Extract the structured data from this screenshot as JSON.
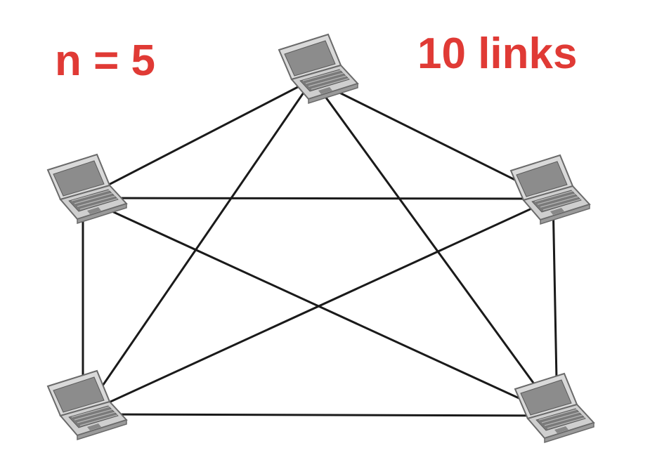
{
  "labels": {
    "node_count": "n = 5",
    "link_count": "10 links"
  },
  "colors": {
    "accent": "#e03a35",
    "link": "#1a1a1a"
  },
  "nodes": [
    {
      "id": "top",
      "icon": "laptop-icon"
    },
    {
      "id": "left",
      "icon": "laptop-icon"
    },
    {
      "id": "right",
      "icon": "laptop-icon"
    },
    {
      "id": "bottom-left",
      "icon": "laptop-icon"
    },
    {
      "id": "bottom-right",
      "icon": "laptop-icon"
    }
  ],
  "links": [
    [
      "top",
      "left"
    ],
    [
      "top",
      "right"
    ],
    [
      "top",
      "bottom-left"
    ],
    [
      "top",
      "bottom-right"
    ],
    [
      "left",
      "right"
    ],
    [
      "left",
      "bottom-left"
    ],
    [
      "left",
      "bottom-right"
    ],
    [
      "right",
      "bottom-left"
    ],
    [
      "right",
      "bottom-right"
    ],
    [
      "bottom-left",
      "bottom-right"
    ]
  ]
}
